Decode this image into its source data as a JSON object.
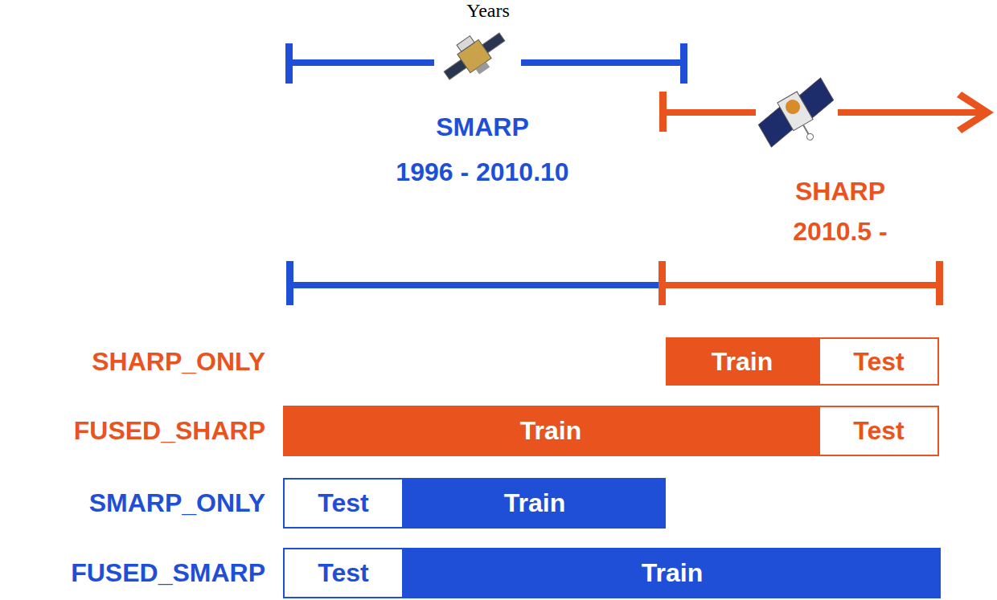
{
  "diagram": {
    "nodes": [
      {
        "text": [
          "Train"
        ]
      },
      {
        "text": [
          "Test"
        ]
      },
      {
        "text": [
          "Train"
        ]
      },
      {
        "text": [
          "Test"
        ]
      },
      {
        "text": [
          "Test"
        ]
      },
      {
        "text": [
          "Train"
        ]
      },
      {
        "text": [
          "Test"
        ]
      },
      {
        "text": [
          "Train"
        ]
      }
    ],
    "labels": [
      "Years",
      "SMARP",
      "1996 - 2010.10",
      "SHARP",
      "2010.5 -",
      "SHARP_ONLY",
      "FUSED_SHARP",
      "SMARP_ONLY",
      "FUSED_SMARP"
    ]
  }
}
